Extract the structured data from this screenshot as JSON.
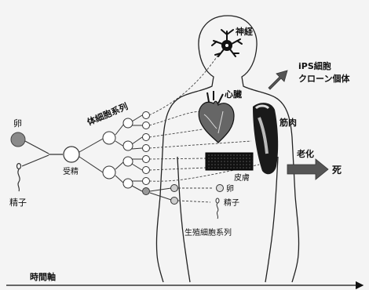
{
  "labels": {
    "egg": "卵",
    "sperm": "精子",
    "zygote": "受精",
    "somatic_lineage": "体細胞系列",
    "germ_lineage": "生殖細胞系列",
    "nerve": "神経",
    "heart": "心臓",
    "muscle": "筋肉",
    "skin": "皮膚",
    "germ_egg": "卵",
    "germ_sperm": "精子",
    "ips_line1": "iPS細胞",
    "ips_line2": "クローン個体",
    "aging": "老化",
    "death": "死",
    "time_axis": "時間軸"
  },
  "colors": {
    "egg_fill": "#8a8a8a",
    "line": "#333333",
    "arrow": "#555555",
    "skin_block": "#1a1a1a"
  }
}
